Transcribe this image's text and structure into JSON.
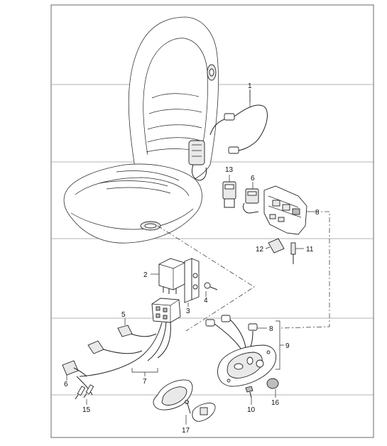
{
  "labels": {
    "l1": "1",
    "l2": "2",
    "l3": "3",
    "l4": "4",
    "l5": "5",
    "l6a": "6",
    "l6b": "6",
    "l7": "7",
    "l8a": "8",
    "l8b": "8",
    "l9": "9",
    "l10": "10",
    "l11": "11",
    "l12": "12",
    "l13": "13",
    "l15": "15",
    "l16": "16",
    "l17": "17"
  }
}
